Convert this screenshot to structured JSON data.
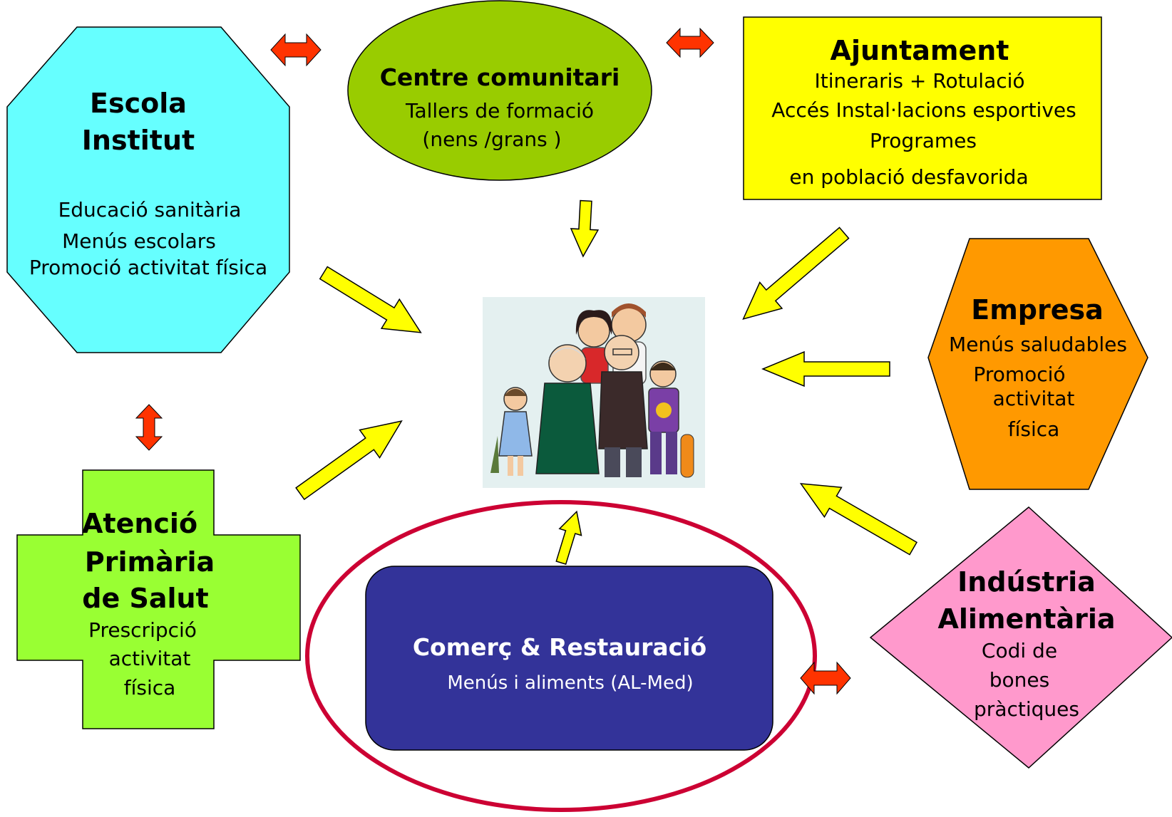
{
  "colors": {
    "escola": "#66ffff",
    "centre": "#99cc00",
    "ajuntament": "#ffff00",
    "empresa": "#ff9900",
    "industria": "#ff99cc",
    "atencio": "#99ff33",
    "comerc": "#333399",
    "comerc_ring": "#cc0033",
    "arrow_fill": "#ffff00",
    "double_arrow": "#ff3300"
  },
  "escola": {
    "title_1": "Escola",
    "title_2": "Institut",
    "line_1": "Educació   sanitària",
    "line_2": "Menús escolars",
    "line_3": "Promoció   activitat física"
  },
  "centre": {
    "title": "Centre comunitari",
    "line_1": "Tallers de  formació",
    "line_2": "(nens /grans   )"
  },
  "ajuntament": {
    "title": "Ajuntament",
    "line_1": "Itineraris  + Rotulació",
    "line_2": "Accés    Instal·lacions esportives",
    "line_3": "Programes",
    "line_4": "en població   desfavorida"
  },
  "empresa": {
    "title": "Empresa",
    "line_1": "Menús saludables",
    "line_2": "Promoció",
    "line_3": "activitat",
    "line_4": "física"
  },
  "industria": {
    "title_1": "Indústria",
    "title_2": "Alimentària",
    "line_1": "Codi    de",
    "line_2": "bones",
    "line_3": "pràctiques"
  },
  "atencio": {
    "title_1": "Atenció",
    "title_2": "Primària",
    "title_3": "de Salut",
    "line_1": "Prescripció",
    "line_2": "activitat",
    "line_3": "física"
  },
  "comerc": {
    "title": "Comerç   &  Restauració",
    "line_1": "Menús i aliments (AL-Med)"
  },
  "family_image": {
    "icon": "family-illustration"
  }
}
